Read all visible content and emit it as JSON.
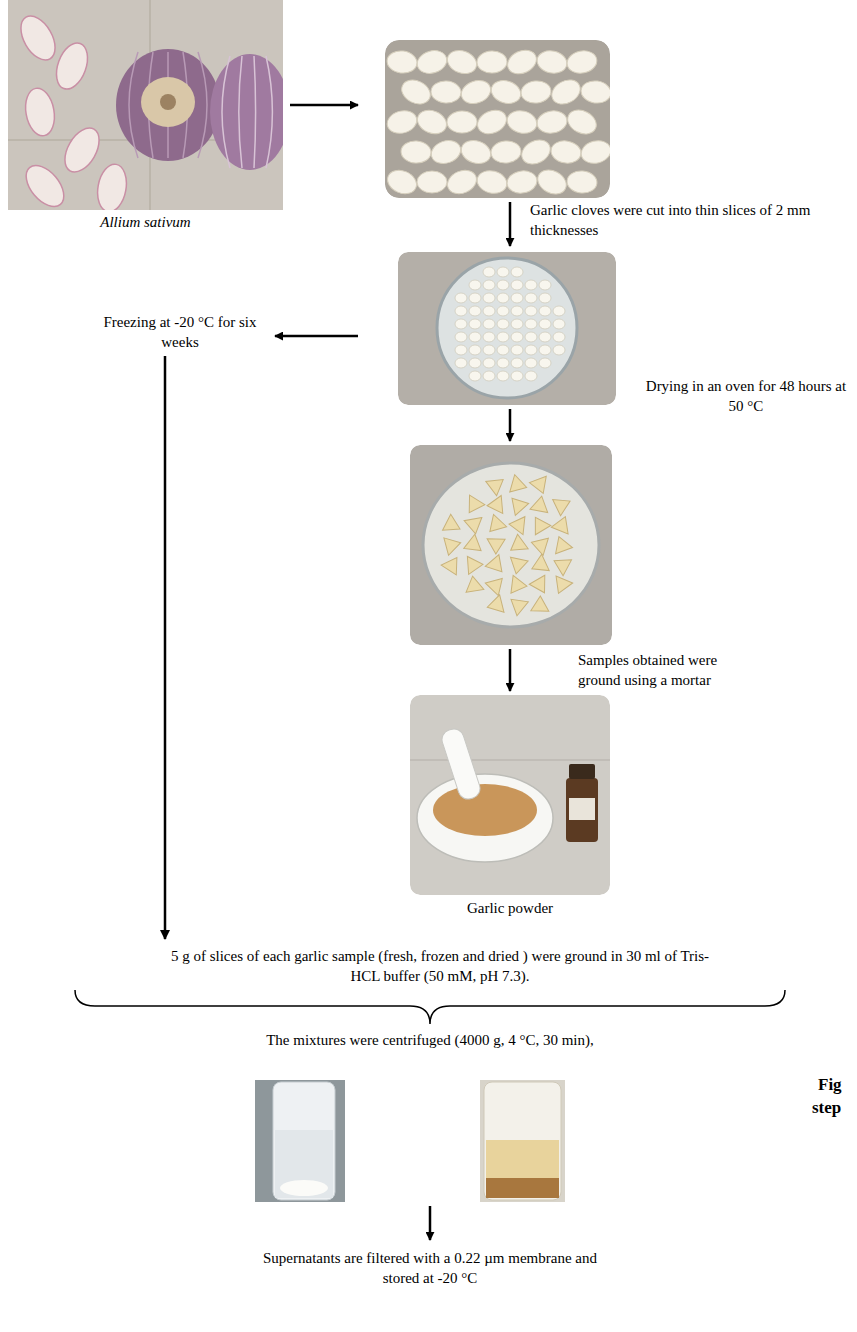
{
  "diagram": {
    "nodes": [
      {
        "text": [
          "Allium sativum"
        ]
      },
      {
        "text": [
          "Freezing at -20 °C for six weeks"
        ]
      },
      {
        "text": [
          "Garlic powder"
        ]
      },
      {
        "text": [
          "5 g of slices of each garlic sample (fresh, frozen and dried ) were ground in 30 ml of Tris-HCL buffer (50 mM, pH 7.3)."
        ]
      },
      {
        "text": [
          "The mixtures were centrifuged (4000 g, 4 °C, 30 min),"
        ]
      },
      {
        "text": [
          "Supernatants are filtered with a 0.22 µm membrane and stored at -20 °C"
        ]
      }
    ],
    "edges": [
      {
        "from": 1,
        "to": 3,
        "arrow": "to"
      }
    ],
    "labels": [
      "Garlic cloves were cut into thin slices of 2 mm thicknesses",
      "Drying in an oven for 48 hours at 50 °C",
      "Samples obtained were ground using a mortar",
      "Fig",
      "step"
    ]
  }
}
